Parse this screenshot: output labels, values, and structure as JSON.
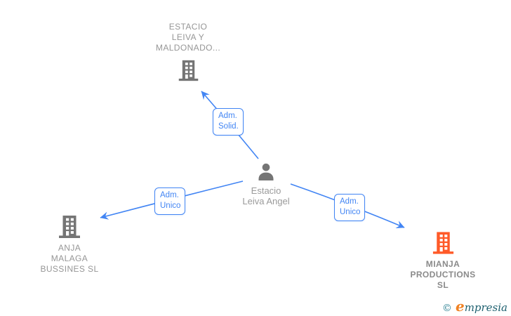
{
  "diagram": {
    "nodes": {
      "company_top": {
        "type": "company",
        "lines": [
          "ESTACIO",
          "LEIVA Y",
          "MALDONADO..."
        ]
      },
      "person_center": {
        "type": "person",
        "lines": [
          "Estacio",
          "Leiva Angel"
        ]
      },
      "company_left": {
        "type": "company",
        "lines": [
          "ANJA",
          "MALAGA",
          "BUSSINES SL"
        ]
      },
      "company_right": {
        "type": "company",
        "lines": [
          "MIANJA",
          "PRODUCTIONS",
          "SL"
        ],
        "highlighted": true
      }
    },
    "edges": [
      {
        "from": "person_center",
        "to": "company_top",
        "label_lines": [
          "Adm.",
          "Solid."
        ]
      },
      {
        "from": "person_center",
        "to": "company_left",
        "label_lines": [
          "Adm.",
          "Unico"
        ]
      },
      {
        "from": "person_center",
        "to": "company_right",
        "label_lines": [
          "Adm.",
          "Unico"
        ]
      }
    ]
  },
  "watermark": {
    "copyright_symbol": "©",
    "brand_initial": "e",
    "brand_rest": "mpresia"
  },
  "colors": {
    "edge_blue": "#4285f4",
    "icon_gray": "#757575",
    "label_gray": "#969696",
    "highlight_orange": "#ff5a28",
    "logo_teal": "#1f6170",
    "logo_orange": "#f08224"
  }
}
